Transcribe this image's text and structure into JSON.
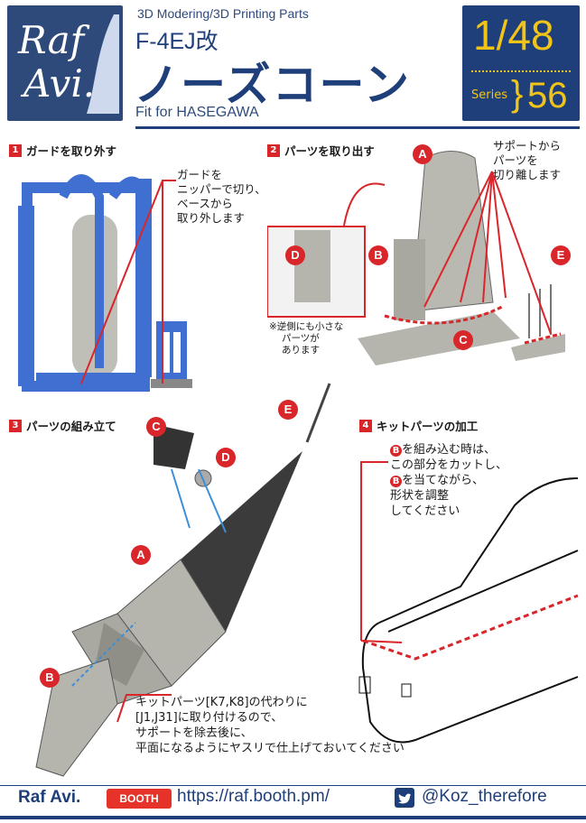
{
  "header": {
    "logo": {
      "line1": "Raf",
      "line2": "Avi."
    },
    "subtitle": "3D Modering/3D Printing Parts",
    "model": "F-4EJ改",
    "title": "ノーズコーン",
    "fit": "Fit for HASEGAWA",
    "scale": "1/48",
    "series_label": "Series",
    "series_no": "56"
  },
  "sections": [
    {
      "num": "1",
      "title": "ガードを取り外す",
      "note": [
        "ガードを",
        "ニッパーで切り、",
        "ベースから",
        "取り外します"
      ]
    },
    {
      "num": "2",
      "title": "パーツを取り出す",
      "note": [
        "サポートから",
        "パーツを",
        "切り離します"
      ],
      "small_note": [
        "※逆側にも小さな",
        "パーツが",
        "あります"
      ]
    },
    {
      "num": "3",
      "title": "パーツの組み立て",
      "note": [
        "キットパーツ[K7,K8]の代わりに",
        "[J1,J31]に取り付けるので、",
        "サポートを除去後に、",
        "平面になるようにヤスリで仕上げておいてください"
      ]
    },
    {
      "num": "4",
      "title": "キットパーツの加工",
      "note": [
        "を組み込む時は、",
        "この部分をカットし、",
        "を当てながら、",
        "形状を調整",
        "してください"
      ]
    }
  ],
  "labels": {
    "a": "A",
    "b": "B",
    "c": "C",
    "d": "D",
    "e": "E"
  },
  "footer": {
    "brand": "Raf Avi.",
    "booth": "BOOTH",
    "url": "https://raf.booth.pm/",
    "twitter": "@Koz_therefore"
  },
  "colors": {
    "navy": "#1f3f7a",
    "accent": "#d9262b",
    "yellow": "#f2c417",
    "blue_part": "#3f6fd1",
    "grey_part": "#b5b5ad"
  }
}
